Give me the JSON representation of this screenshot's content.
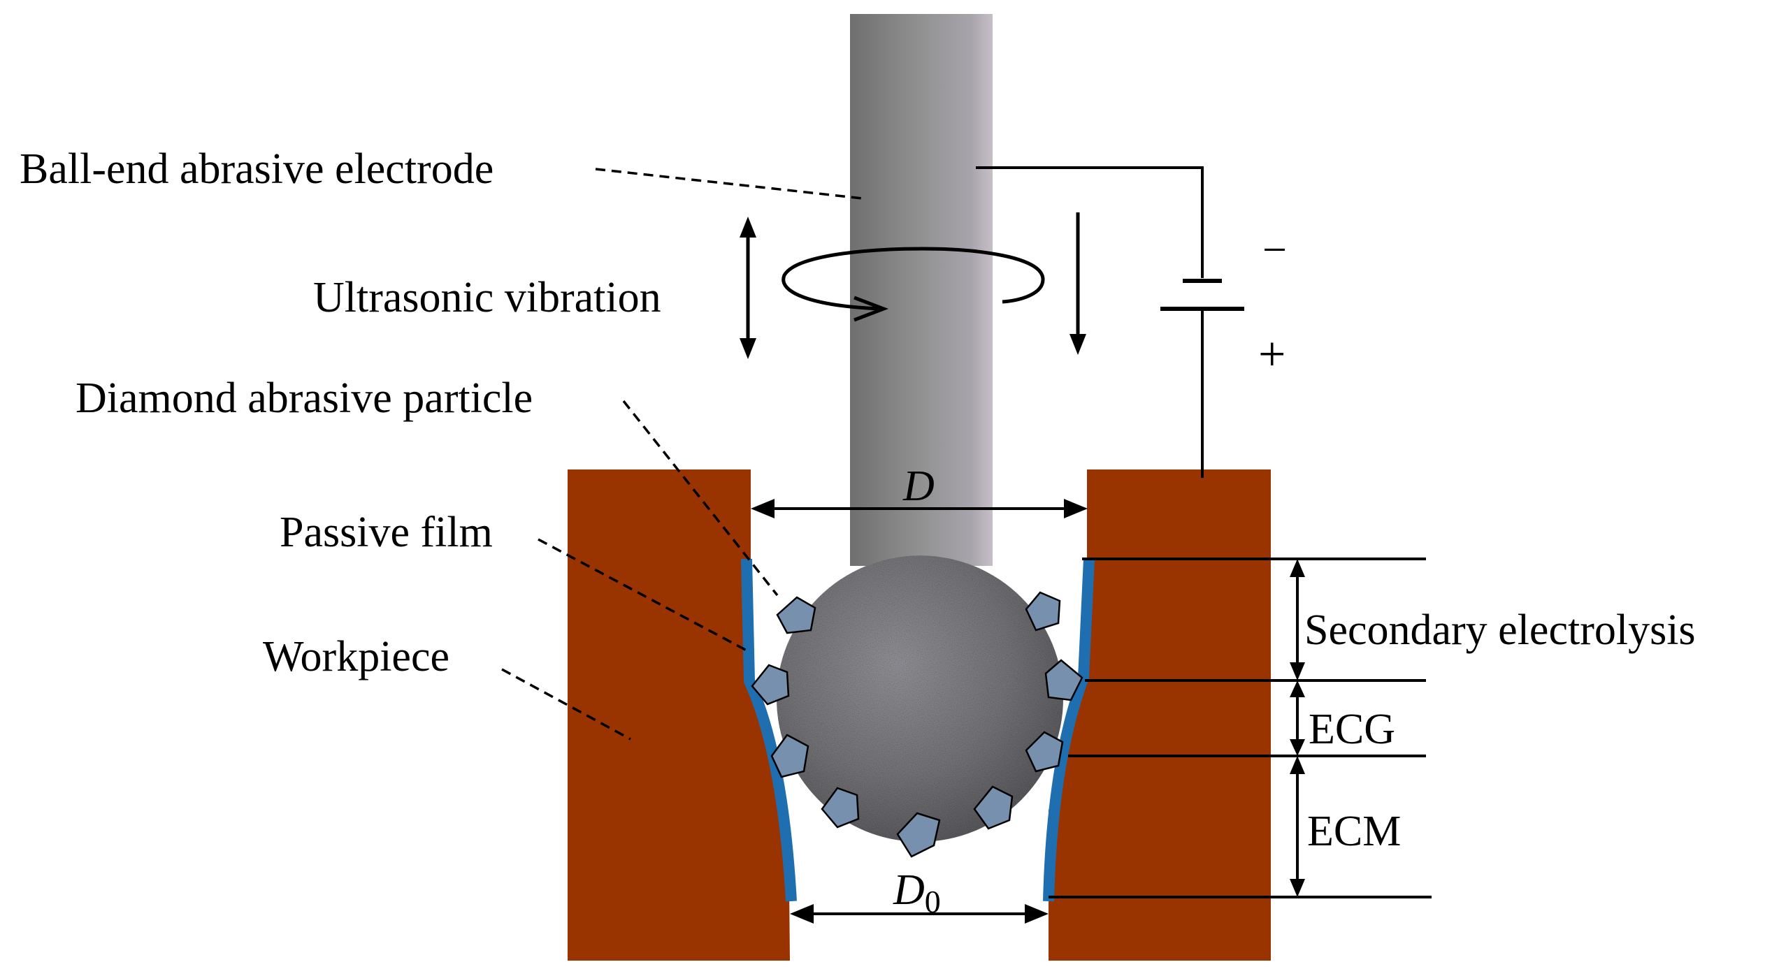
{
  "labels": {
    "electrode": "Ball-end abrasive electrode",
    "vibration": "Ultrasonic vibration",
    "particle": "Diamond abrasive particle",
    "passive_film": "Passive film",
    "workpiece": "Workpiece",
    "secondary": "Secondary electrolysis",
    "ecg": "ECG",
    "ecm": "ECM",
    "minus": "−",
    "plus": "+"
  },
  "dimensions": {
    "d_main": "D",
    "d_bottom_main": "D",
    "d_bottom_sub": "0"
  },
  "colors": {
    "workpiece": "#993300",
    "passive_film": "#1f6fb0",
    "particle": "#7790ad",
    "ball": "#8a8a8a",
    "shaft": "#8f8f97"
  }
}
